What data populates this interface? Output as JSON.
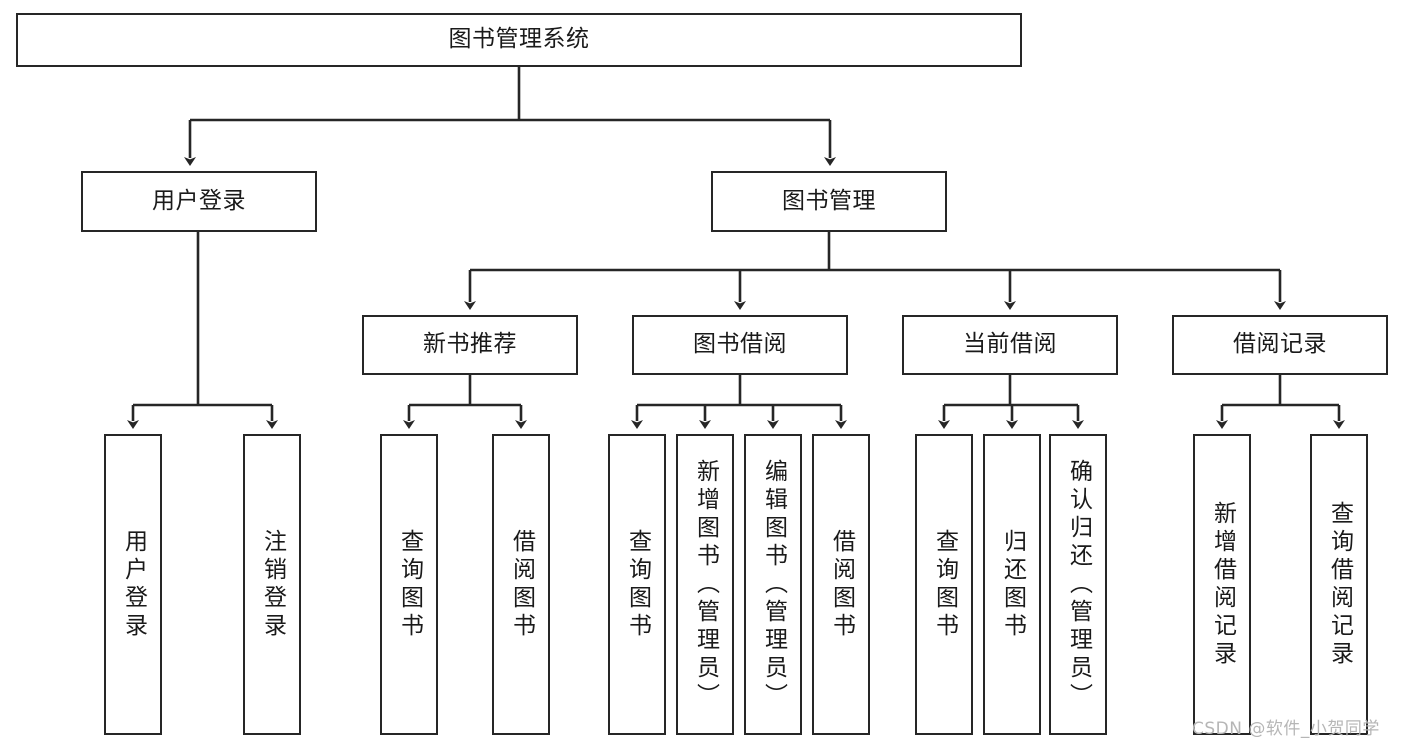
{
  "diagram": {
    "title": "图书管理系统",
    "type": "tree-hierarchy-chart",
    "root": {
      "id": "root",
      "label": "图书管理系统"
    },
    "level2": [
      {
        "id": "user-login",
        "label": "用户登录"
      },
      {
        "id": "book-manage",
        "label": "图书管理"
      }
    ],
    "level3": [
      {
        "id": "new-book-recommend",
        "label": "新书推荐"
      },
      {
        "id": "book-borrow",
        "label": "图书借阅"
      },
      {
        "id": "current-borrow",
        "label": "当前借阅"
      },
      {
        "id": "borrow-record",
        "label": "借阅记录"
      }
    ],
    "leaves": {
      "user_login": [
        {
          "id": "leaf-user-login",
          "label": "用户登录"
        },
        {
          "id": "leaf-logout-login",
          "label": "注销登录"
        }
      ],
      "new_book_recommend": [
        {
          "id": "leaf-query-book-1",
          "label": "查询图书"
        },
        {
          "id": "leaf-borrow-book-1",
          "label": "借阅图书"
        }
      ],
      "book_borrow": [
        {
          "id": "leaf-query-book-2",
          "label": "查询图书"
        },
        {
          "id": "leaf-add-book",
          "label": "新增图书（管理员）"
        },
        {
          "id": "leaf-edit-book",
          "label": "编辑图书（管理员）"
        },
        {
          "id": "leaf-borrow-book-2",
          "label": "借阅图书"
        }
      ],
      "current_borrow": [
        {
          "id": "leaf-query-book-3",
          "label": "查询图书"
        },
        {
          "id": "leaf-return-book",
          "label": "归还图书"
        },
        {
          "id": "leaf-confirm-return",
          "label": "确认归还（管理员）"
        }
      ],
      "borrow_record": [
        {
          "id": "leaf-add-record",
          "label": "新增借阅记录"
        },
        {
          "id": "leaf-query-record",
          "label": "查询借阅记录"
        }
      ]
    }
  },
  "watermark": {
    "text": "CSDN @软件_小贺同学"
  },
  "colors": {
    "stroke": "#262626",
    "fill": "#ffffff",
    "text": "#1a1a1a",
    "watermark": "#b6b6b6"
  }
}
